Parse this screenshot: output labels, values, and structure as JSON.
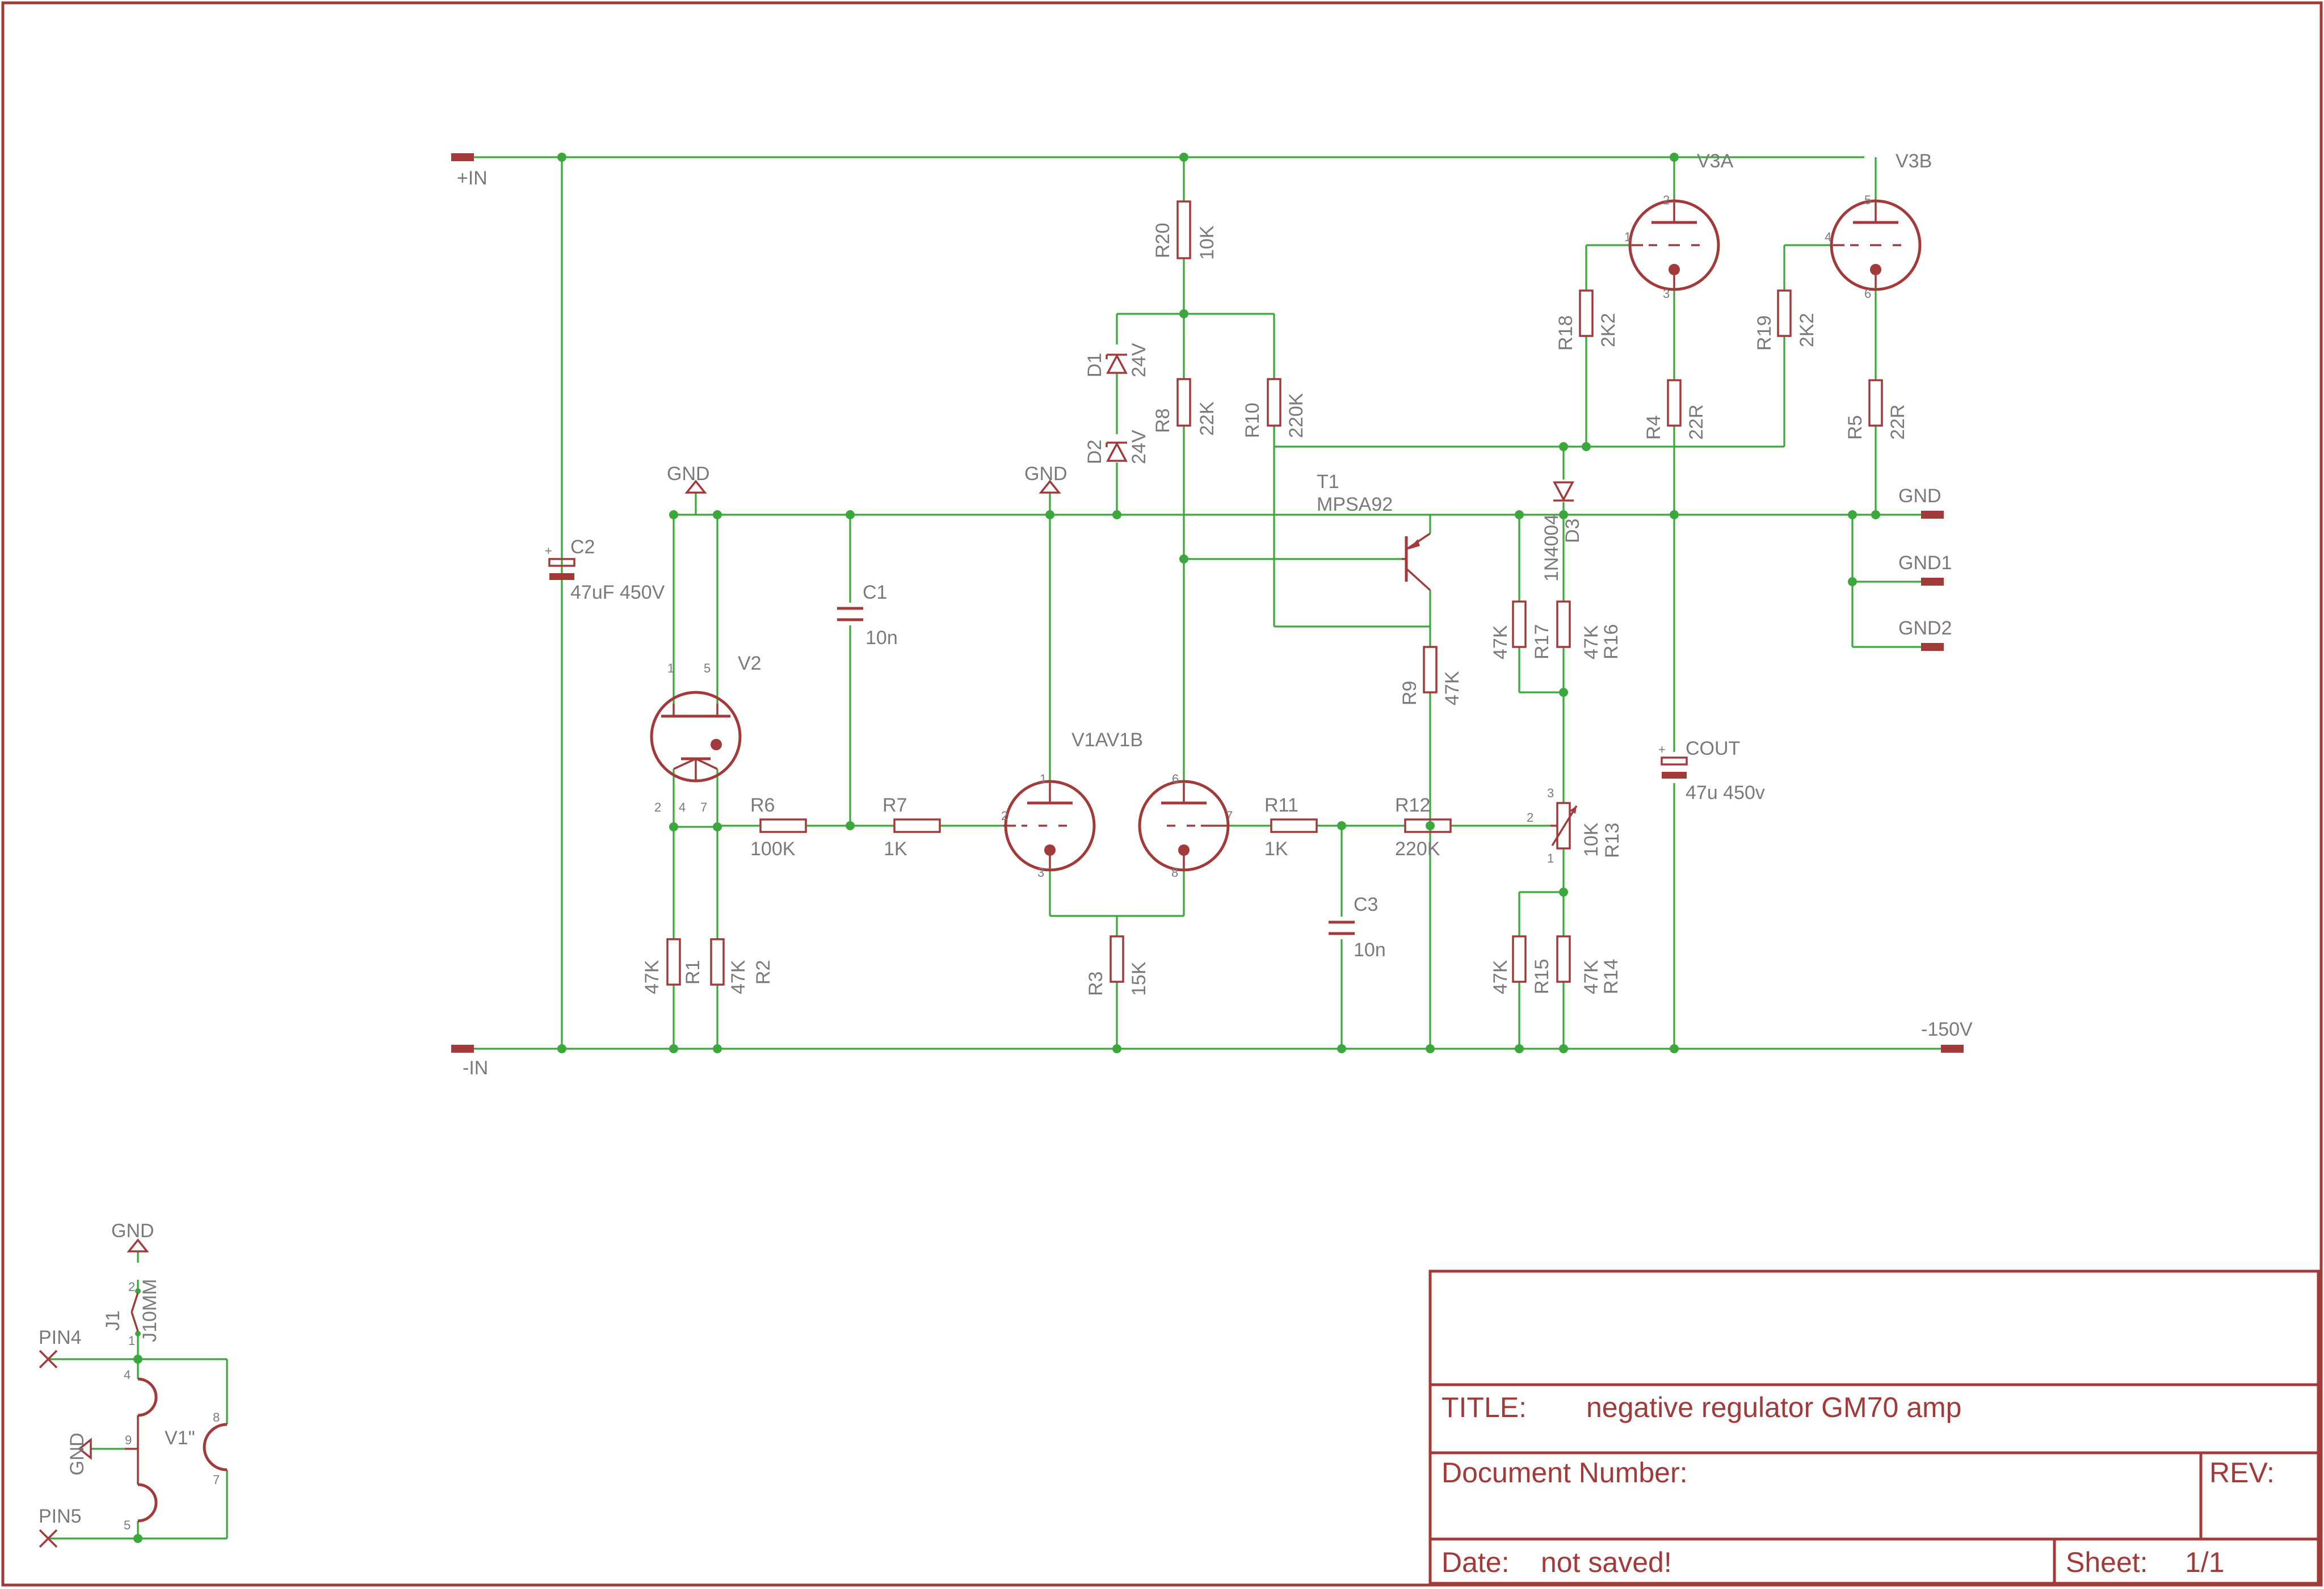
{
  "title_block": {
    "title_label": "TITLE:",
    "title": "negative regulator GM70 amp",
    "docnum_label": "Document Number:",
    "rev_label": "REV:",
    "date_label": "Date:",
    "date": "not saved!",
    "sheet_label": "Sheet:",
    "sheet": "1/1"
  },
  "nets": {
    "in_plus": "+IN",
    "in_minus": "-IN",
    "gnd": "GND",
    "gnd1": "GND1",
    "gnd2": "GND2",
    "out": "-150V",
    "pin4": "PIN4",
    "pin5": "PIN5"
  },
  "parts": {
    "c2": {
      "ref": "C2",
      "value": "47uF 450V"
    },
    "c1": {
      "ref": "C1",
      "value": "10n"
    },
    "c3": {
      "ref": "C3",
      "value": "10n"
    },
    "cout": {
      "ref": "COUT",
      "value": "47u 450v"
    },
    "v2": {
      "ref": "V2"
    },
    "v1": {
      "ref": "V1AV1B"
    },
    "v3a": {
      "ref": "V3A"
    },
    "v3b": {
      "ref": "V3B"
    },
    "v1fil": {
      "ref": "V1\""
    },
    "t1": {
      "ref": "T1",
      "value": "MPSA92"
    },
    "d1": {
      "ref": "D1",
      "value": "24V"
    },
    "d2": {
      "ref": "D2",
      "value": "24V"
    },
    "d3": {
      "ref": "D3",
      "value": "1N4004"
    },
    "j1": {
      "ref": "J1",
      "value": "J10MM"
    },
    "r1": {
      "ref": "R1",
      "value": "47K"
    },
    "r2": {
      "ref": "R2",
      "value": "47K"
    },
    "r3": {
      "ref": "R3",
      "value": "15K"
    },
    "r4": {
      "ref": "R4",
      "value": "22R"
    },
    "r5": {
      "ref": "R5",
      "value": "22R"
    },
    "r6": {
      "ref": "R6",
      "value": "100K"
    },
    "r7": {
      "ref": "R7",
      "value": "1K"
    },
    "r8": {
      "ref": "R8",
      "value": "22K"
    },
    "r9": {
      "ref": "R9",
      "value": "47K"
    },
    "r10": {
      "ref": "R10",
      "value": "220K"
    },
    "r11": {
      "ref": "R11",
      "value": "1K"
    },
    "r12": {
      "ref": "R12",
      "value": "220K"
    },
    "r13": {
      "ref": "R13",
      "value": "10K"
    },
    "r14": {
      "ref": "R14",
      "value": "47K"
    },
    "r15": {
      "ref": "R15",
      "value": "47K"
    },
    "r16": {
      "ref": "R16",
      "value": "47K"
    },
    "r17": {
      "ref": "R17",
      "value": "47K"
    },
    "r18": {
      "ref": "R18",
      "value": "2K2"
    },
    "r19": {
      "ref": "R19",
      "value": "2K2"
    },
    "r20": {
      "ref": "R20",
      "value": "10K"
    }
  },
  "pins": {
    "v2": [
      "1",
      "5",
      "2",
      "4",
      "7"
    ],
    "v1a": [
      "1",
      "2",
      "3"
    ],
    "v1b": [
      "6",
      "7",
      "8"
    ],
    "v3a": [
      "2",
      "1",
      "3"
    ],
    "v3b": [
      "5",
      "4",
      "6"
    ],
    "r13": [
      "3",
      "2",
      "1"
    ],
    "j1": [
      "2",
      "1"
    ],
    "v1fil": [
      "4",
      "9",
      "5",
      "8",
      "7"
    ]
  },
  "colors": {
    "wire": "#3aa83a",
    "part": "#a33a3a",
    "text": "#7a7a7a",
    "frame": "#a33a3a"
  }
}
